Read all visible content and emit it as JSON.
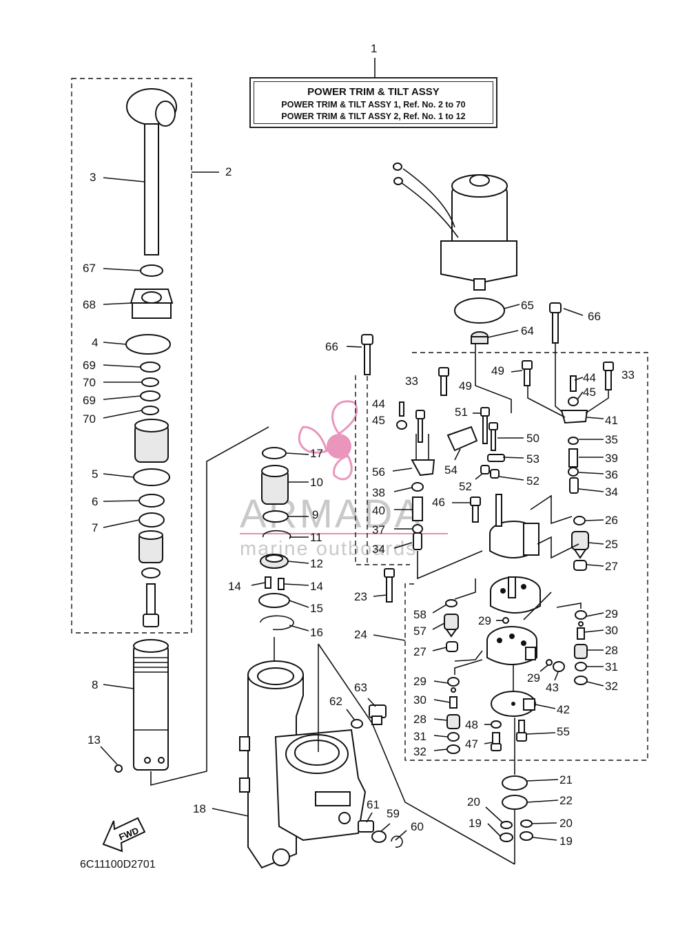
{
  "header": {
    "number": "1",
    "title": "POWER TRIM & TILT ASSY",
    "line1": "POWER TRIM & TILT ASSY 1, Ref. No. 2 to 70",
    "line2": "POWER TRIM & TILT ASSY 2, Ref. No. 1 to 12"
  },
  "diagram_code": "6C11100D2701",
  "fwd_label": "FWD",
  "watermark": {
    "brand": "ARMADA",
    "tagline": "marine outboards",
    "color": "#e78ab5"
  },
  "callouts": [
    "1",
    "2",
    "3",
    "67",
    "68",
    "4",
    "69",
    "70",
    "69",
    "70",
    "5",
    "6",
    "7",
    "8",
    "13",
    "17",
    "10",
    "9",
    "11",
    "12",
    "14",
    "14",
    "15",
    "16",
    "18",
    "66",
    "33",
    "49",
    "44",
    "45",
    "56",
    "38",
    "40",
    "37",
    "34",
    "46",
    "51",
    "50",
    "53",
    "54",
    "52",
    "52",
    "66",
    "65",
    "64",
    "49",
    "44",
    "33",
    "45",
    "41",
    "35",
    "39",
    "36",
    "34",
    "26",
    "25",
    "27",
    "23",
    "24",
    "58",
    "57",
    "29",
    "27",
    "29",
    "30",
    "28",
    "31",
    "32",
    "29",
    "43",
    "42",
    "29",
    "30",
    "28",
    "31",
    "32",
    "48",
    "55",
    "47",
    "21",
    "22",
    "20",
    "20",
    "19",
    "19",
    "63",
    "62",
    "61",
    "59",
    "60"
  ]
}
